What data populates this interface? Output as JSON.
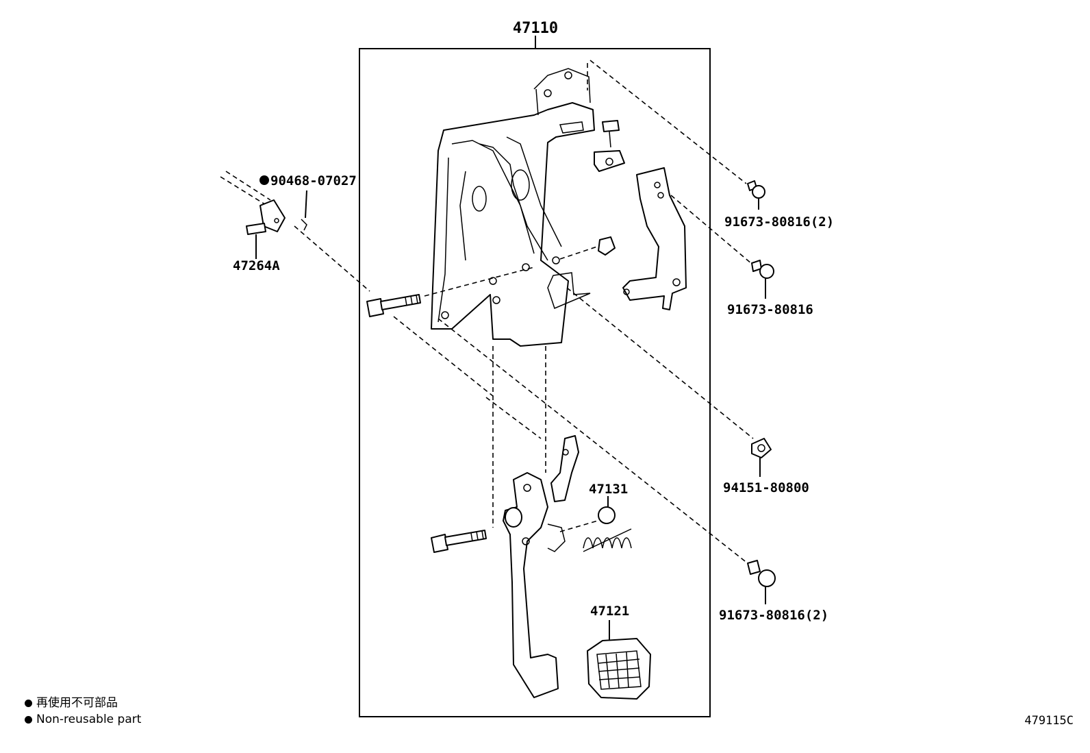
{
  "assembly": {
    "number": "47110"
  },
  "callouts": {
    "clip": "90468-07027",
    "pin": "47264A",
    "bolt_top": "91673-80816(2)",
    "bolt_mid": "91673-80816",
    "nut": "94151-80800",
    "bolt_bottom": "91673-80816(2)",
    "spring": "47131",
    "pad": "47121"
  },
  "legend": {
    "jp": "再使用不可部品",
    "en": "Non-reusable part"
  },
  "figure_id": "479115C"
}
